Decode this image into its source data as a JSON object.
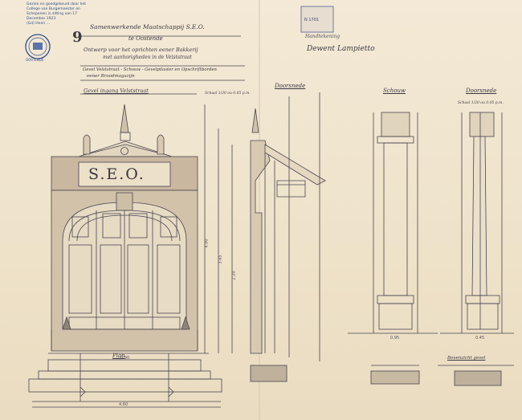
{
  "stamp": {
    "lines": [
      "Gezien en goedgekeurd door het",
      "College van Burgemeester en",
      "Schepenen in zitting van 17",
      "December 1923",
      "(Gd) Henri ..."
    ],
    "seal_text": "OOSTENDE"
  },
  "registry_stamp": {
    "text": "N 1701"
  },
  "sheet_number": "9",
  "title_block": {
    "line1": "Samenwerkende Maatschappij S.E.O.",
    "line2": "te Oostende",
    "line3": "Ontwerp voor het oprichten eener Bakkerij",
    "line4": "met aanhorigheden in de Velststraat",
    "line5": "Gevel Velststraat - Schouw - Gevelpilaster en Opschriftborden",
    "line6": "eener Broodmagazijn",
    "line7": "Gevel ingang Velststraat"
  },
  "signatures": {
    "top": "Handtekening",
    "left": "Dewent",
    "right": "Lampietto"
  },
  "section_labels": {
    "doorsnede_center": "Doorsnede",
    "schouw": "Schouw",
    "doorsnede_right": "Doorsnede",
    "plan": "Plan",
    "bovenzicht": "Bovenzicht gevel"
  },
  "scale_notes": {
    "facade": "Schaal 1/20 ou 0.05 p.m.",
    "right": "Schaal 1/20 ou 0.05 p.m."
  },
  "facade_inscription": "S.E.O.",
  "dimension_labels": {
    "d1": "4.00",
    "d2": "3.65",
    "d3": "2.20",
    "d4": "0.90",
    "d5": "4.60",
    "d6": "0.95",
    "d7": "0.45"
  },
  "colors": {
    "ink": "#3e3a44",
    "paper": "#efe4cf",
    "stamp": "#2f4f8f",
    "brick": "#c9b7a0"
  }
}
